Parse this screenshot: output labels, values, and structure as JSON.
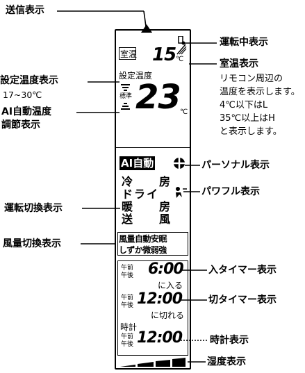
{
  "labels_left": {
    "transmit": "送信表示",
    "set_temp": "設定温度表示",
    "set_temp_range": "17~30℃",
    "ai_auto_temp_line1": "AI自動温度",
    "ai_auto_temp_line2": "調節表示",
    "mode_switch": "運転切換表示",
    "fan_switch": "風量切換表示"
  },
  "labels_right": {
    "running": "運転中表示",
    "room_temp": "室温表示",
    "room_temp_desc": [
      "リモコン周辺の",
      "温度を表示します。",
      "4℃以下はL",
      "35℃以上はH",
      "と表示します。"
    ],
    "personal": "パーソナル表示",
    "powerful": "パワフル表示",
    "on_timer": "入タイマー表示",
    "off_timer": "切タイマー表示",
    "clock": "時計表示",
    "humidity": "湿度表示"
  },
  "display": {
    "room_label": "室温",
    "room_value": "15",
    "room_unit": "℃",
    "set_label": "設定温度",
    "std_label": "標準",
    "set_value": "23",
    "set_unit": "℃",
    "modes": [
      {
        "left": "冷",
        "right": "房"
      },
      {
        "left": "ドライ",
        "right": ""
      },
      {
        "left": "暖",
        "right": "房"
      },
      {
        "left": "送",
        "right": "風"
      }
    ],
    "ai_auto": "AI自動",
    "fan_row1": "風量自動安眠",
    "fan_row2": "しずか微弱強",
    "am": "午前",
    "pm": "午後",
    "on_time": "6:00",
    "on_suffix": "に入る",
    "off_time": "12:00",
    "off_suffix": "に切れる",
    "clock_label": "時計",
    "clock_time": "12:00"
  }
}
